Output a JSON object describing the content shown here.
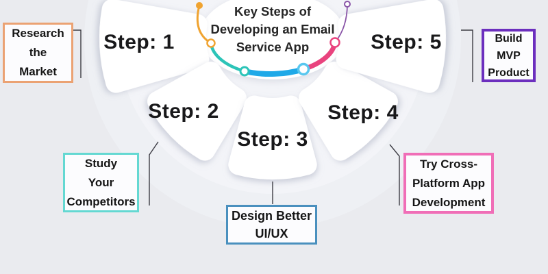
{
  "title": {
    "lines": [
      "Key Steps of",
      "Developing an Email",
      "Service App"
    ],
    "color": "#262626"
  },
  "steps": [
    {
      "label": "Step: 1"
    },
    {
      "label": "Step: 2"
    },
    {
      "label": "Step: 3"
    },
    {
      "label": "Step: 4"
    },
    {
      "label": "Step: 5"
    }
  ],
  "labels": {
    "research": {
      "lines": [
        "Research",
        "the",
        "Market"
      ],
      "border_color": "#eba273"
    },
    "study": {
      "lines": [
        "Study",
        "Your",
        "Competitors"
      ],
      "border_color": "#64d8d2"
    },
    "design": {
      "lines": [
        "Design Better",
        "UI/UX"
      ],
      "border_color": "#4a90be"
    },
    "cross": {
      "lines": [
        "Try Cross-",
        "Platform App",
        "Development"
      ],
      "border_color": "#f06eb7"
    },
    "mvp": {
      "lines": [
        "Build",
        "MVP",
        "Product"
      ],
      "border_color": "#6c2fbe"
    }
  },
  "colors": {
    "background": "#eaebef",
    "ring_outer": "#eef0f4",
    "ring_inner": "#f3f4f8",
    "center_disc": "#ffffff",
    "petal_fill": "#ffffff",
    "arc_orange": "#f0a330",
    "arc_teal": "#2cc4b8",
    "arc_blue": "#1fa9e8",
    "arc_pink": "#e9437e",
    "arc_purple": "#8a56a8",
    "node_lightblue": "#58c7ef",
    "connector": "#3c3c44",
    "step_text": "#18181a"
  }
}
